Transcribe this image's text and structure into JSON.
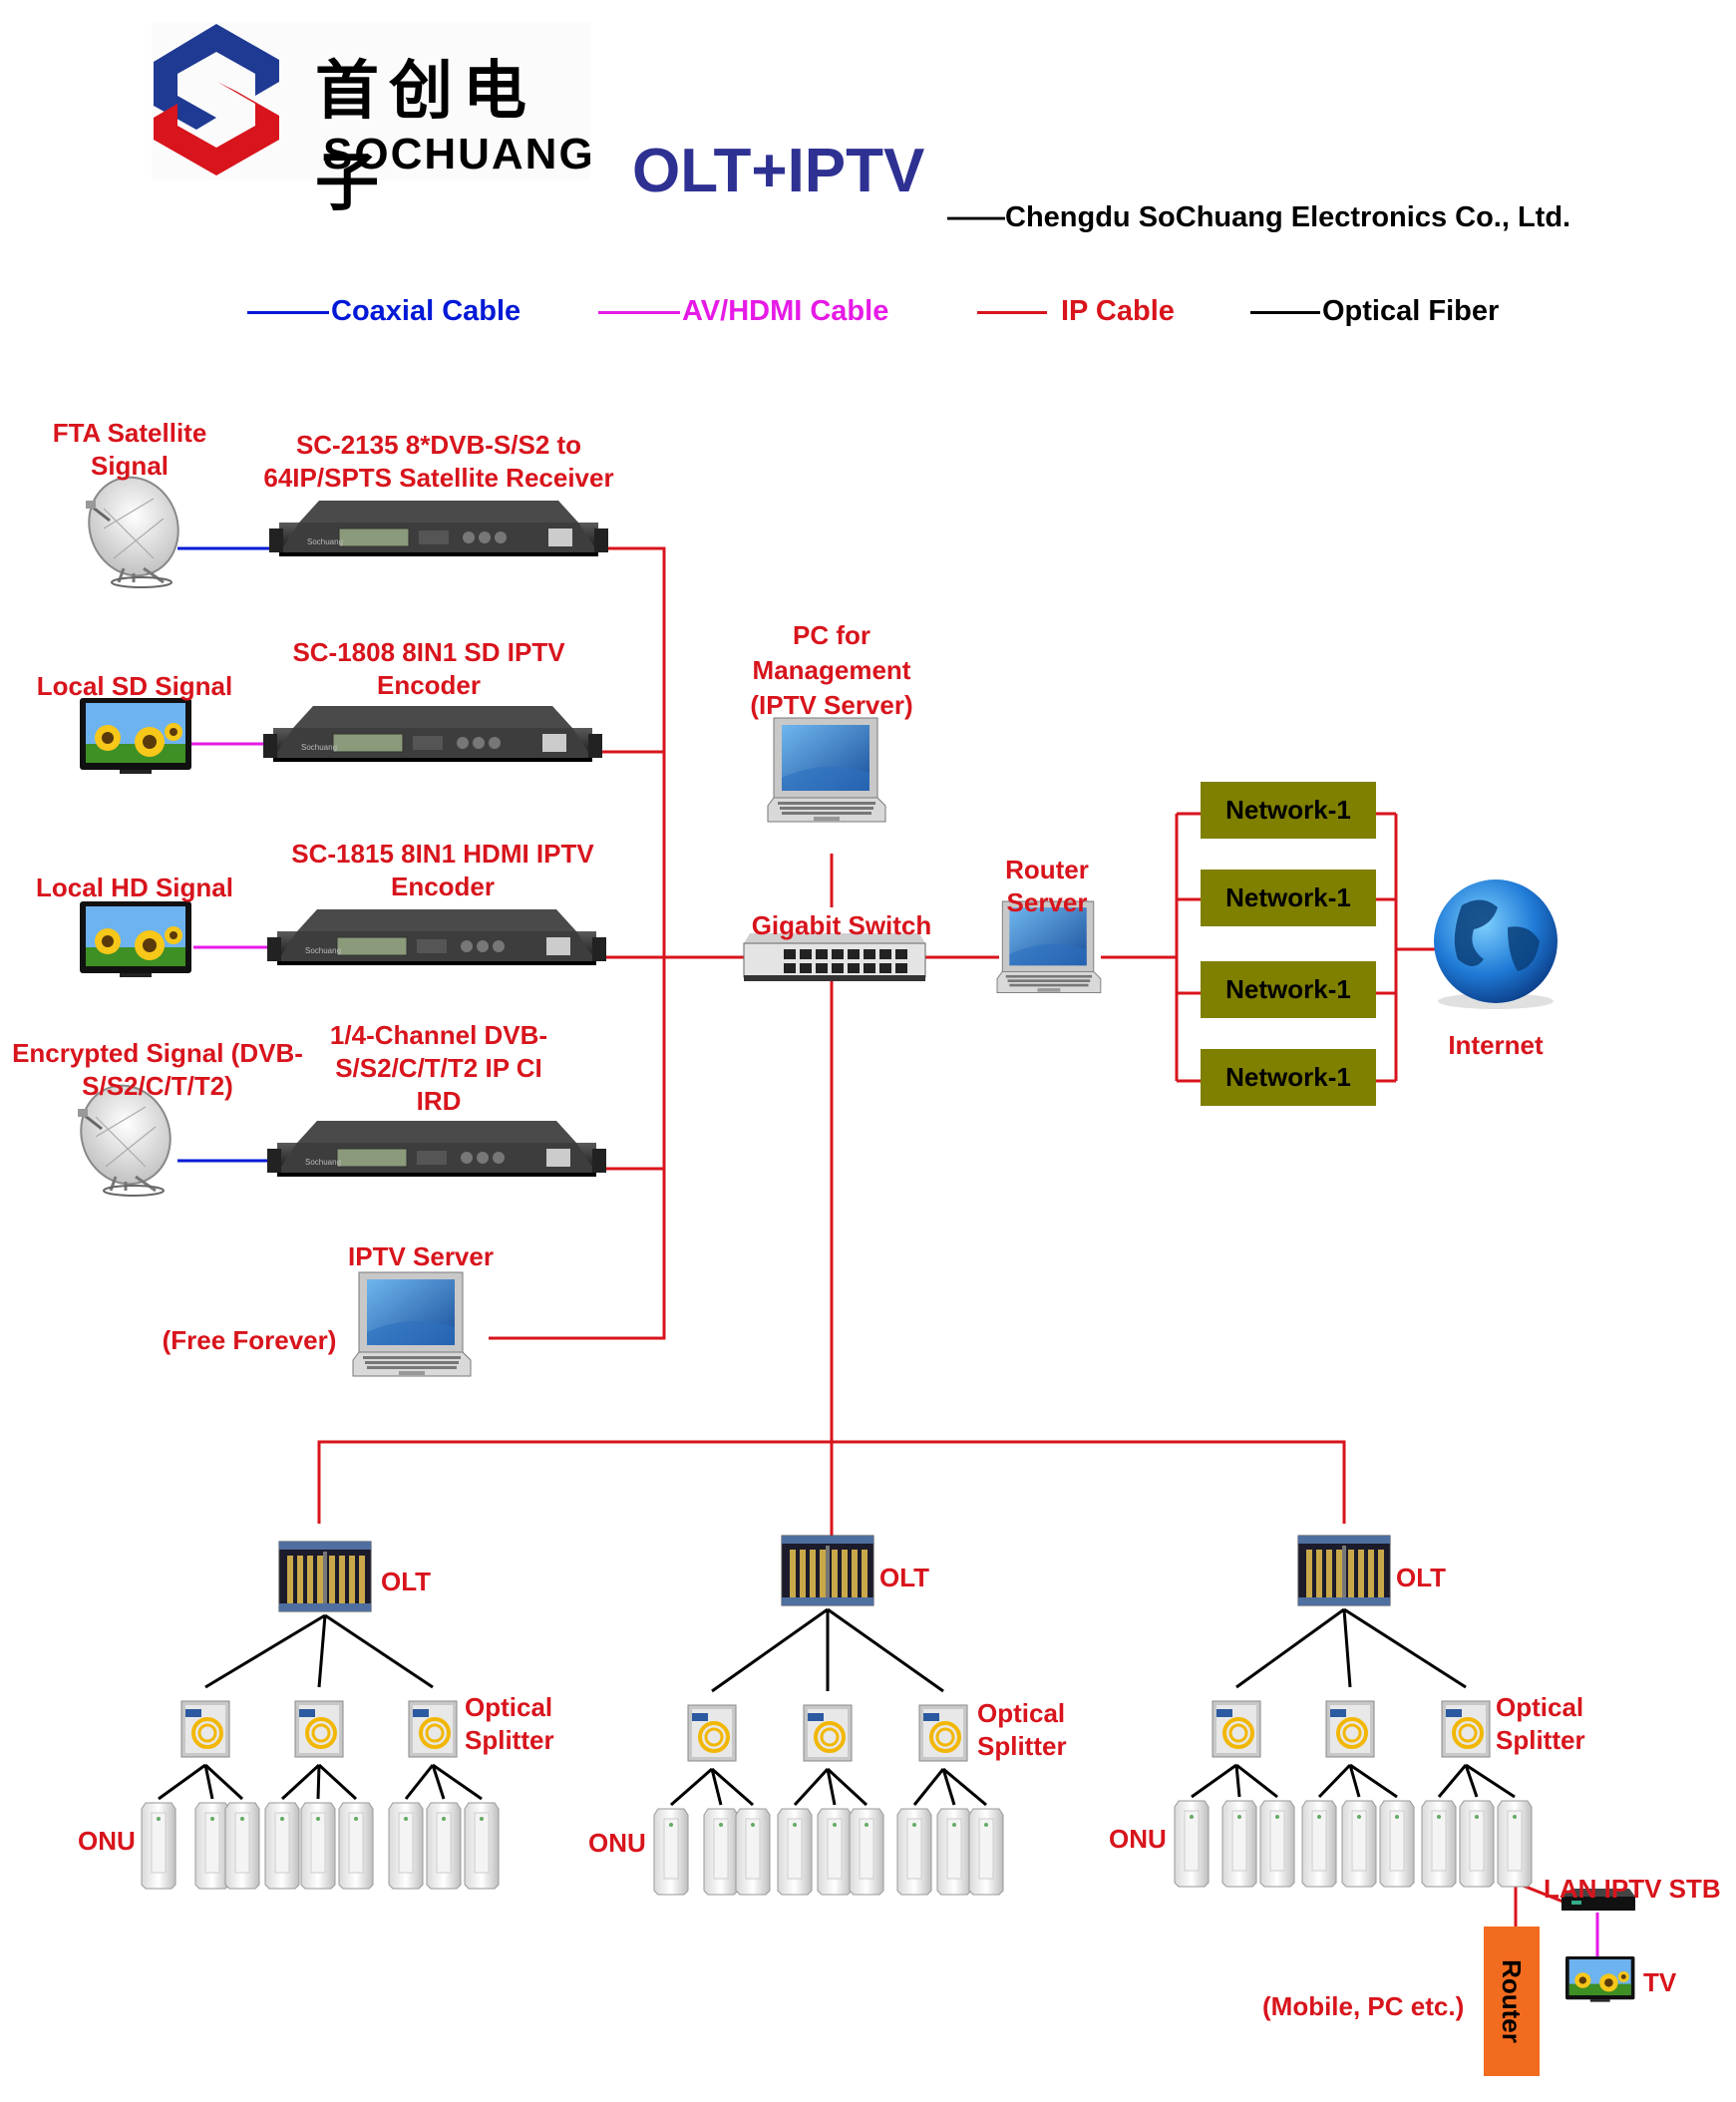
{
  "brand": {
    "chinese_name": "首创电子",
    "english_name": "SOCHUANG"
  },
  "title": "OLT+IPTV",
  "company": "——Chengdu SoChuang Electronics Co., Ltd.",
  "legend": [
    {
      "label": "Coaxial Cable",
      "color": "#0019d6"
    },
    {
      "label": "AV/HDMI Cable",
      "color": "#e61ae6"
    },
    {
      "label": "IP Cable",
      "color": "#d8141c"
    },
    {
      "label": "Optical Fiber",
      "color": "#000000"
    }
  ],
  "sources": {
    "fta": "FTA Satellite\nSignal",
    "local_sd": "Local SD Signal",
    "local_hd": "Local HD Signal",
    "encrypted": "Encrypted Signal (DVB-\nS/S2/C/T/T2)"
  },
  "devices": {
    "receiver": "SC-2135 8*DVB-S/S2 to\n64IP/SPTS Satellite Receiver",
    "sd_encoder": "SC-1808 8IN1 SD IPTV\nEncoder",
    "hd_encoder": "SC-1815 8IN1 HDMI IPTV\nEncoder",
    "ird": "1/4-Channel DVB-\nS/S2/C/T/T2 IP CI\nIRD",
    "iptv_server": "IPTV Server",
    "iptv_server_note": "(Free Forever)",
    "pc_management": "PC for\nManagement\n(IPTV Server)",
    "gigabit_switch": "Gigabit Switch",
    "router_server": "Router\nServer",
    "internet": "Internet"
  },
  "networks": [
    "Network-1",
    "Network-1",
    "Network-1",
    "Network-1"
  ],
  "distribution": {
    "olt": "OLT",
    "optical_splitter": "Optical\nSplitter",
    "onu": "ONU",
    "lan_iptv_stb": "LAN IPTV STB",
    "tv": "TV",
    "router": "Router",
    "mobile_pc": "(Mobile, PC etc.)"
  },
  "colors": {
    "title": "#2e3192",
    "ip_cable": "#d8141c",
    "coax": "#0019d6",
    "av_hdmi": "#e61ae6",
    "fiber": "#000000",
    "network_box": "#7f7f00",
    "router_box": "#f26c1f",
    "logo_blue": "#1f3a93",
    "logo_red": "#d8141c"
  }
}
